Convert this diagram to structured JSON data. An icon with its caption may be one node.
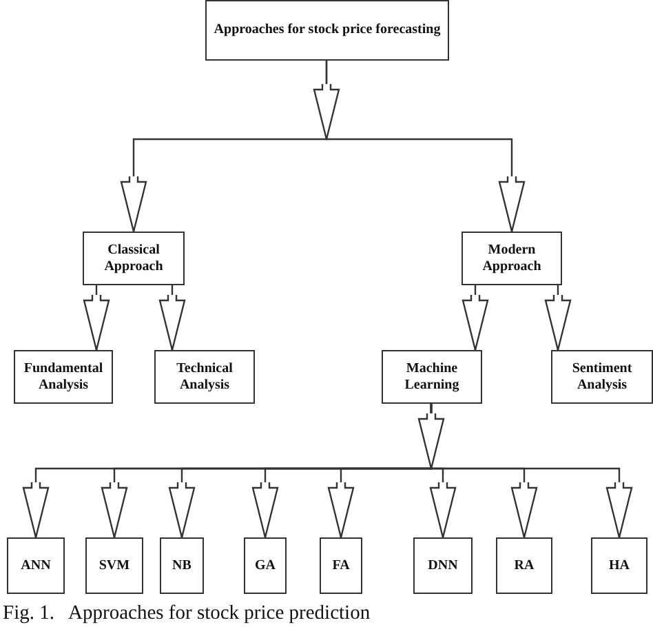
{
  "diagram": {
    "caption": "Fig. 1.   Approaches for stock price prediction",
    "nodes": [
      {
        "text": [
          "Approaches for stock price forecasting"
        ]
      },
      {
        "text": [
          "Classical Approach"
        ]
      },
      {
        "text": [
          "Modern Approach"
        ]
      },
      {
        "text": [
          "Fundamental Analysis"
        ]
      },
      {
        "text": [
          "Technical Analysis"
        ]
      },
      {
        "text": [
          "Machine Learning"
        ]
      },
      {
        "text": [
          "Sentiment Analysis"
        ]
      },
      {
        "text": [
          "ANN"
        ]
      },
      {
        "text": [
          "SVM"
        ]
      },
      {
        "text": [
          "NB"
        ]
      },
      {
        "text": [
          "GA"
        ]
      },
      {
        "text": [
          "FA"
        ]
      },
      {
        "text": [
          "DNN"
        ]
      },
      {
        "text": [
          "RA"
        ]
      },
      {
        "text": [
          "HA"
        ]
      }
    ],
    "edges": [
      {
        "from": 0,
        "to": 1,
        "arrow": "to"
      },
      {
        "from": 0,
        "to": 2,
        "arrow": "to"
      },
      {
        "from": 1,
        "to": 3,
        "arrow": "to"
      },
      {
        "from": 1,
        "to": 4,
        "arrow": "to"
      },
      {
        "from": 2,
        "to": 5,
        "arrow": "to"
      },
      {
        "from": 2,
        "to": 6,
        "arrow": "to"
      },
      {
        "from": 5,
        "to": 7,
        "arrow": "to"
      },
      {
        "from": 5,
        "to": 8,
        "arrow": "to"
      },
      {
        "from": 5,
        "to": 9,
        "arrow": "to"
      },
      {
        "from": 5,
        "to": 10,
        "arrow": "to"
      },
      {
        "from": 5,
        "to": 11,
        "arrow": "to"
      },
      {
        "from": 5,
        "to": 12,
        "arrow": "to"
      },
      {
        "from": 5,
        "to": 13,
        "arrow": "to"
      },
      {
        "from": 5,
        "to": 14,
        "arrow": "to"
      }
    ]
  }
}
